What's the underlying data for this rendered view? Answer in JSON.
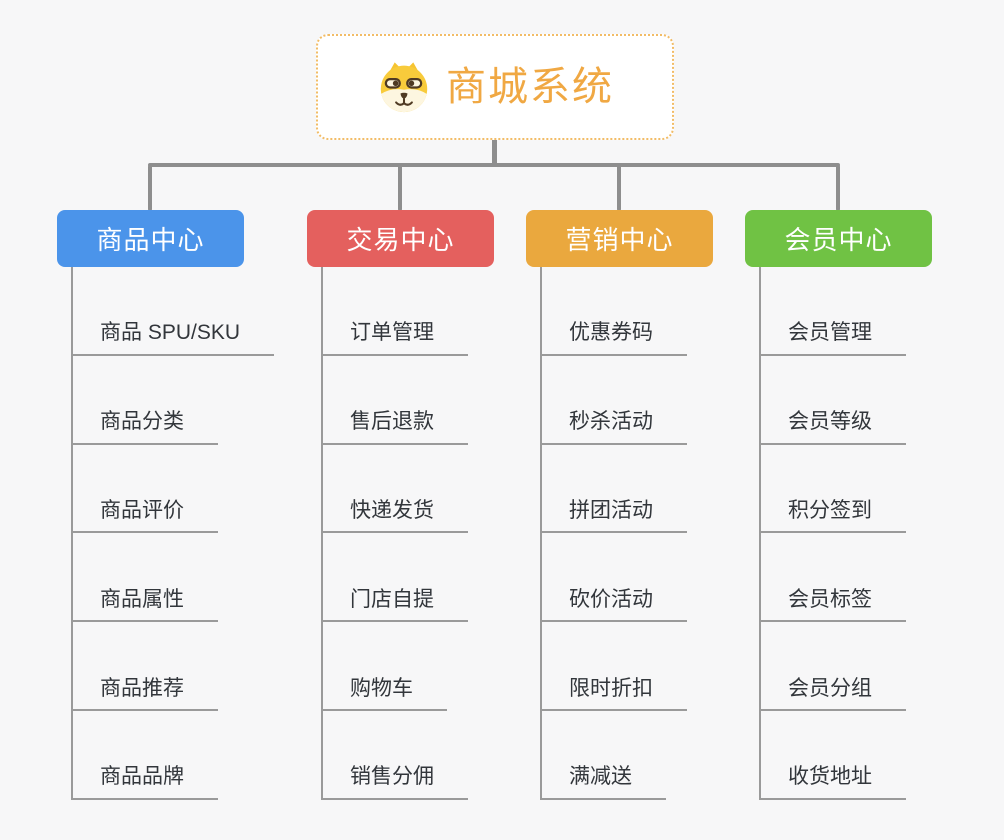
{
  "root": {
    "title": "商城系统",
    "icon": "shiba-dog-icon",
    "border_color": "#f2bc66",
    "title_color": "#f0a843"
  },
  "connector_color": "#8e8e8e",
  "branches": [
    {
      "label": "商品中心",
      "color": "#4b94ea",
      "items": [
        "商品 SPU/SKU",
        "商品分类",
        "商品评价",
        "商品属性",
        "商品推荐",
        "商品品牌"
      ]
    },
    {
      "label": "交易中心",
      "color": "#e4605e",
      "items": [
        "订单管理",
        "售后退款",
        "快递发货",
        "门店自提",
        "购物车",
        "销售分佣"
      ]
    },
    {
      "label": "营销中心",
      "color": "#eaa83e",
      "items": [
        "优惠券码",
        "秒杀活动",
        "拼团活动",
        "砍价活动",
        "限时折扣",
        "满减送"
      ]
    },
    {
      "label": "会员中心",
      "color": "#70c244",
      "items": [
        "会员管理",
        "会员等级",
        "积分签到",
        "会员标签",
        "会员分组",
        "收货地址"
      ]
    }
  ]
}
